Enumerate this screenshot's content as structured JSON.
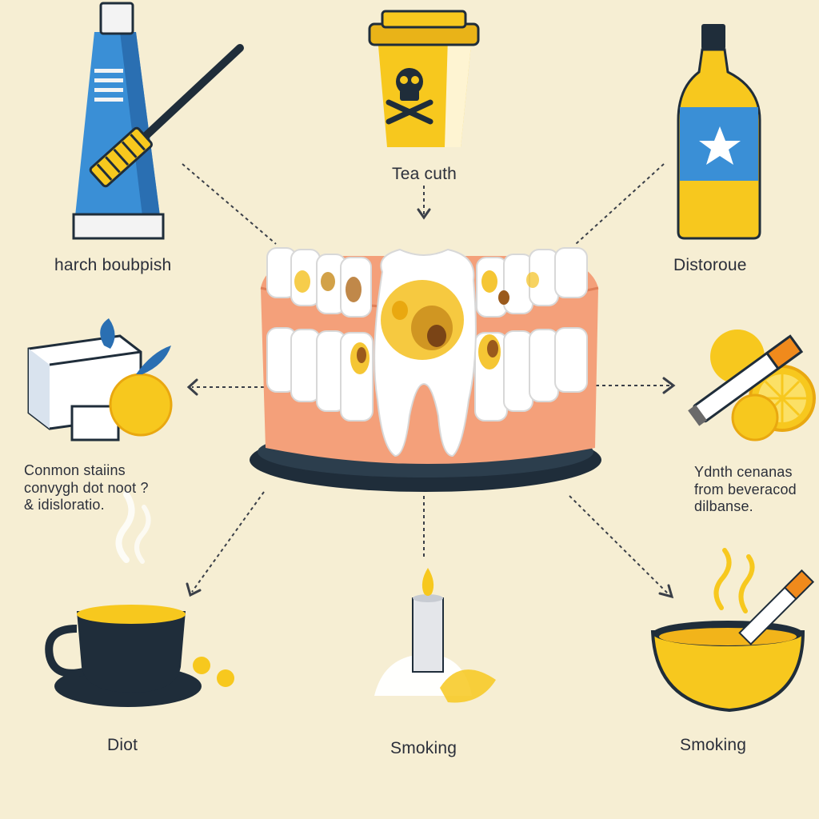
{
  "labels": {
    "top_left": "harch boubpish",
    "top_center": "Tea cuth",
    "top_right": "Distoroue",
    "mid_left": [
      "Conmon staiins",
      "convygh dot noot ?",
      "& idisloratio."
    ],
    "mid_right": [
      "Ydnth cenanas",
      "from beveracod",
      "dilbanse."
    ],
    "bottom_left": "Diot",
    "bottom_center": "Smoking",
    "bottom_right": "Smoking"
  },
  "colors": {
    "background": "#f6eed3",
    "gum": "#f4a07a",
    "tooth": "#ffffff",
    "stain_yellow": "#f4c01e",
    "stain_brown": "#9a5a1c",
    "accent_blue": "#3a8fd6",
    "dark_navy": "#1f2d3a",
    "drink_yellow": "#f7c81e"
  },
  "icons": [
    "toothpaste-icon",
    "toothbrush-icon",
    "poison-cup-icon",
    "bottle-icon",
    "sugar-cube-icon",
    "lemon-icon",
    "cigarette-icon",
    "lemon-slice-icon",
    "coffee-cup-icon",
    "candle-icon",
    "tea-bowl-icon",
    "denture-icon"
  ]
}
